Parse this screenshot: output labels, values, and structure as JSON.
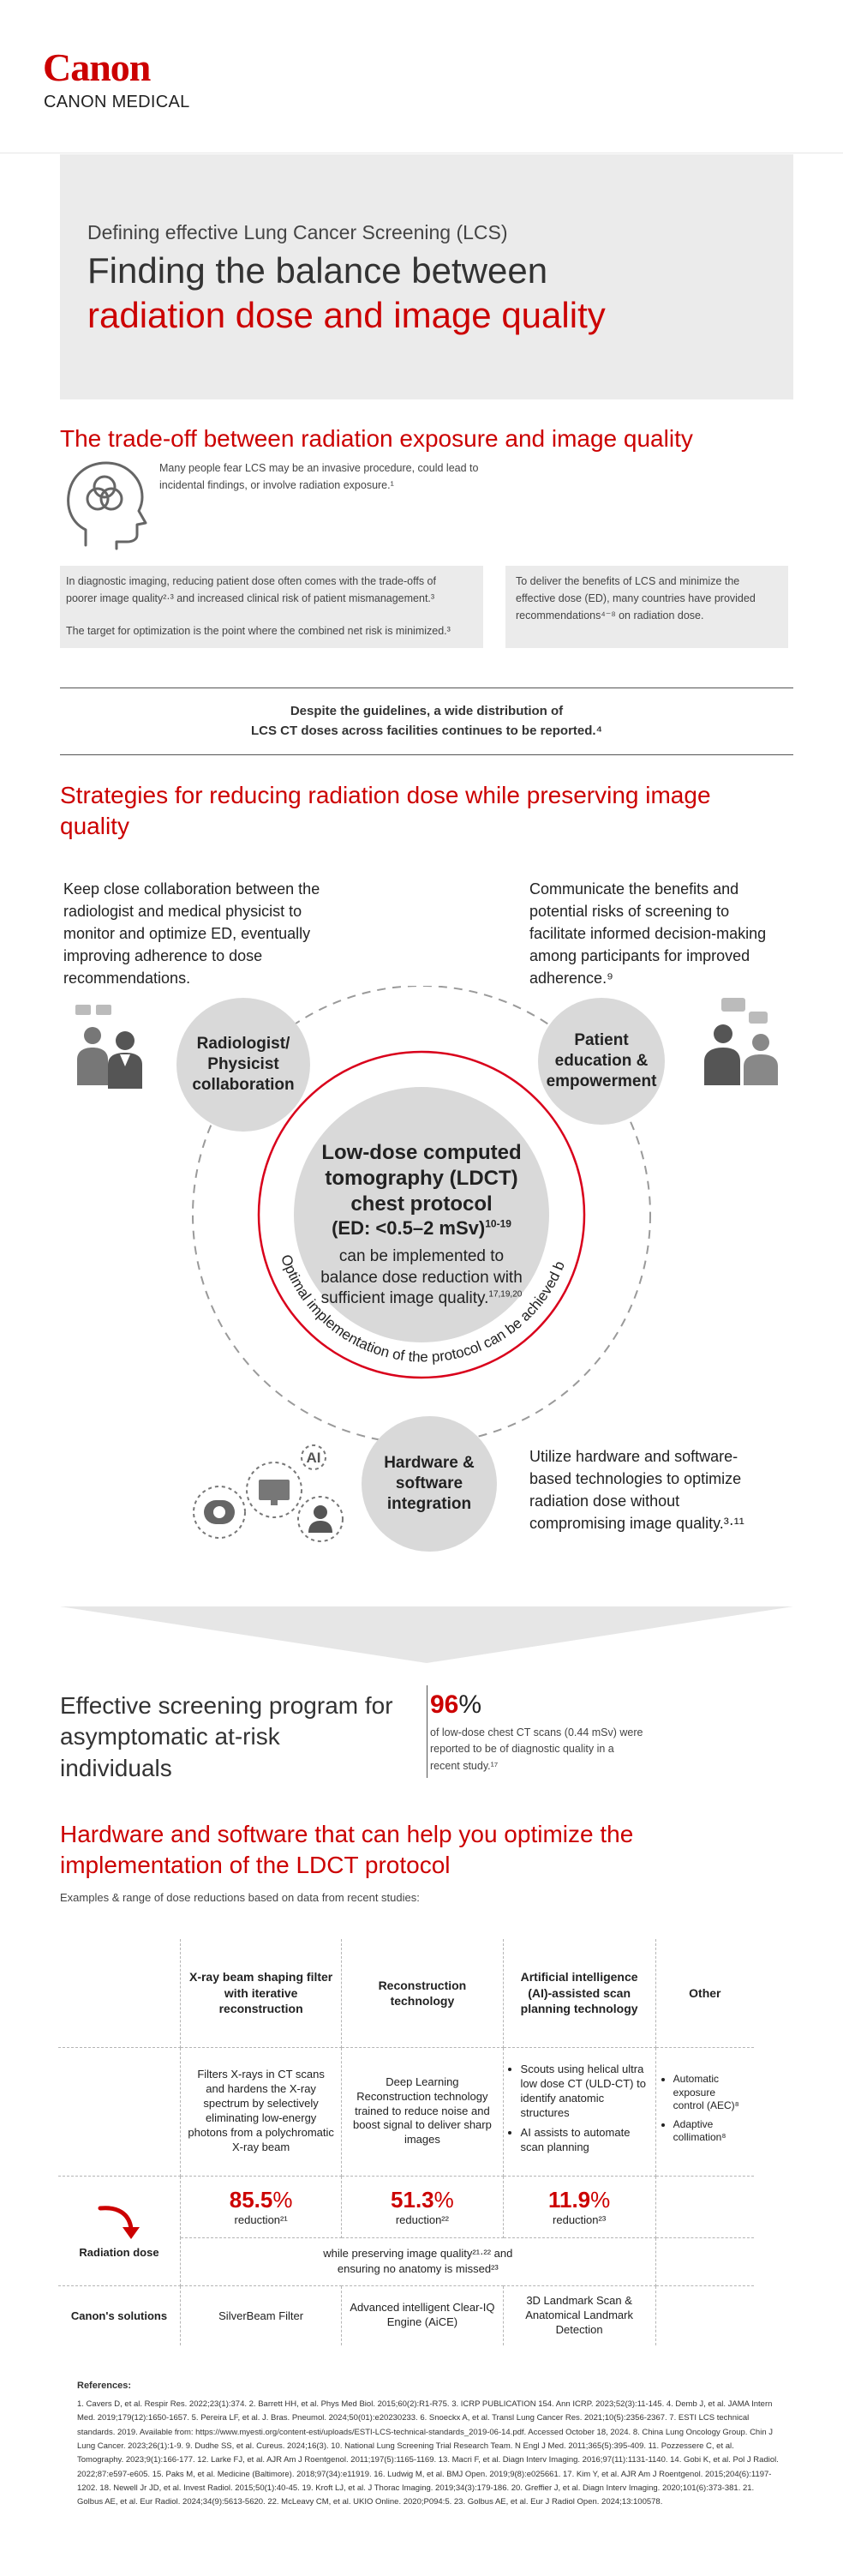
{
  "brand": {
    "logo": "Canon",
    "division": "CANON MEDICAL",
    "accent": "#cc0000"
  },
  "hero": {
    "subtitle": "Defining effective Lung Cancer Screening (LCS)",
    "title_line1": "Finding the balance between",
    "title_line2": "radiation dose and image quality"
  },
  "tradeoff": {
    "heading": "The trade-off between radiation exposure and image quality",
    "icon_text": "Many people fear LCS may be an invasive procedure, could lead to incidental findings, or involve radiation exposure.¹",
    "box_left_p1": "In diagnostic imaging, reducing patient dose often comes with the trade-offs of poorer image quality²·³ and increased clinical risk of patient mismanagement.³",
    "box_left_p2": "The target for optimization is the point where the combined net risk is minimized.³",
    "box_right": "To deliver the benefits of LCS and minimize the effective dose (ED), many countries have provided recommendations⁴⁻⁸ on radiation dose.",
    "distribution_line1": "Despite the guidelines, a wide distribution of",
    "distribution_line2": "LCS CT doses across facilities continues to be reported.⁴"
  },
  "strategies": {
    "heading": "Strategies for reducing radiation dose while preserving image quality",
    "top_left_text": "Keep close collaboration between the radiologist and medical physicist to monitor and optimize ED, eventually improving adherence to dose recommendations.",
    "top_right_text": "Communicate the benefits and potential risks of screening to facilitate informed decision-making among participants for improved adherence.⁹",
    "bottom_right_text": "Utilize hardware and software-based technologies to optimize radiation dose without compromising image quality.³·¹¹",
    "circle_radiologist": "Radiologist/ Physicist collaboration",
    "circle_patient": "Patient education & empowerment",
    "circle_hardware": "Hardware & software integration",
    "center_title": "Low-dose computed tomography (LDCT) chest protocol",
    "center_dose": "(ED: <0.5–2 mSv)",
    "center_dose_ref": "10-19",
    "center_body": "can be implemented to balance dose reduction with sufficient image quality.",
    "center_body_ref": "17,19,20",
    "arc_text": "Optimal implementation of the protocol can be achieved by",
    "ai_label": "AI"
  },
  "effective": {
    "title": "Effective screening program for asymptomatic at-risk individuals",
    "percent": "96",
    "percent_sign": "%",
    "desc": "of low-dose chest CT scans (0.44 mSv) were reported to be of diagnostic quality in a recent study.¹⁷"
  },
  "hardware": {
    "heading": "Hardware and software that can help you optimize the implementation of the LDCT protocol",
    "caption": "Examples & range of dose reductions based on data from recent studies:",
    "col1_header": "X-ray beam shaping filter with iterative reconstruction",
    "col2_header": "Reconstruction technology",
    "col3_header": "Artificial intelligence (AI)-assisted scan planning technology",
    "col4_header": "Other",
    "col1_desc": "Filters X-rays in CT scans and hardens the X-ray spectrum by selectively eliminating low-energy photons from a polychromatic X-ray beam",
    "col2_desc": "Deep Learning Reconstruction technology trained to reduce noise and boost signal to deliver sharp images",
    "col3_bullet1": "Scouts using helical ultra low dose CT (ULD-CT) to identify anatomic structures",
    "col3_bullet2": "AI assists to automate scan planning",
    "col4_bullet1": "Automatic exposure control (AEC)⁸",
    "col4_bullet2": "Adaptive collimation⁸",
    "row_label_dose": "Radiation dose",
    "val1": "85.5",
    "val2": "51.3",
    "val3": "11.9",
    "pct": "%",
    "red1": "reduction²¹",
    "red2": "reduction²²",
    "red3": "reduction²³",
    "preserve_line1": "while preserving image quality²¹·²² and",
    "preserve_line2": "ensuring no anatomy is missed²³",
    "row_label_solutions": "Canon's solutions",
    "sol1": "SilverBeam Filter",
    "sol2": "Advanced intelligent Clear-IQ Engine (AiCE)",
    "sol3": "3D Landmark Scan & Anatomical Landmark Detection"
  },
  "references": {
    "heading": "References:",
    "text": "1. Cavers D, et al. Respir Res. 2022;23(1):374. 2. Barrett HH, et al. Phys Med Biol. 2015;60(2):R1-R75. 3. ICRP PUBLICATION 154. Ann ICRP. 2023;52(3):11-145. 4. Demb J, et al. JAMA Intern Med. 2019;179(12):1650-1657. 5. Pereira LF, et al. J. Bras. Pneumol. 2024;50(01):e20230233. 6. Snoeckx A, et al. Transl Lung Cancer Res. 2021;10(5):2356-2367. 7. ESTI LCS technical standards. 2019. Available from: https://www.myesti.org/content-esti/uploads/ESTI-LCS-technical-standards_2019-06-14.pdf. Accessed October 18, 2024. 8. China Lung Oncology Group. Chin J Lung Cancer. 2023;26(1):1-9. 9. Dudhe SS, et al. Cureus. 2024;16(3). 10. National Lung Screening Trial Research Team. N Engl J Med. 2011;365(5):395-409. 11. Pozzessere C, et al. Tomography. 2023;9(1):166-177. 12. Larke FJ, et al. AJR Am J Roentgenol. 2011;197(5):1165-1169. 13. Macri F, et al. Diagn Interv Imaging. 2016;97(11):1131-1140. 14. Gobi K, et al. Pol J Radiol. 2022;87:e597-e605. 15. Paks M, et al. Medicine (Baltimore). 2018;97(34):e11919. 16. Ludwig M, et al. BMJ Open. 2019;9(8):e025661. 17. Kim Y, et al. AJR Am J Roentgenol. 2015;204(6):1197-1202. 18. Newell Jr JD, et al. Invest Radiol. 2015;50(1):40-45. 19. Kroft LJ, et al. J Thorac Imaging. 2019;34(3):179-186. 20. Greffier J, et al. Diagn Interv Imaging. 2020;101(6):373-381. 21. Golbus AE, et al. Eur Radiol. 2024;34(9):5613-5620. 22. McLeavy CM, et al. UKIO Online. 2020;P094:5. 23. Golbus AE, et al. Eur J Radiol Open. 2024;13:100578."
  }
}
